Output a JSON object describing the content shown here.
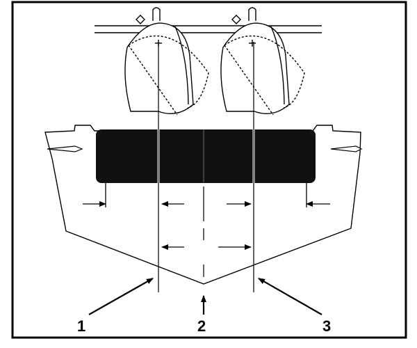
{
  "figure": {
    "subject": "boat-stern-dual-engine-alignment",
    "colors": {
      "ink": "#000000",
      "fill": "#111111",
      "background": "#ffffff",
      "border": "#000000"
    },
    "callouts": [
      {
        "id": "c1",
        "label": "1"
      },
      {
        "id": "c2",
        "label": "2"
      },
      {
        "id": "c3",
        "label": "3"
      }
    ]
  }
}
